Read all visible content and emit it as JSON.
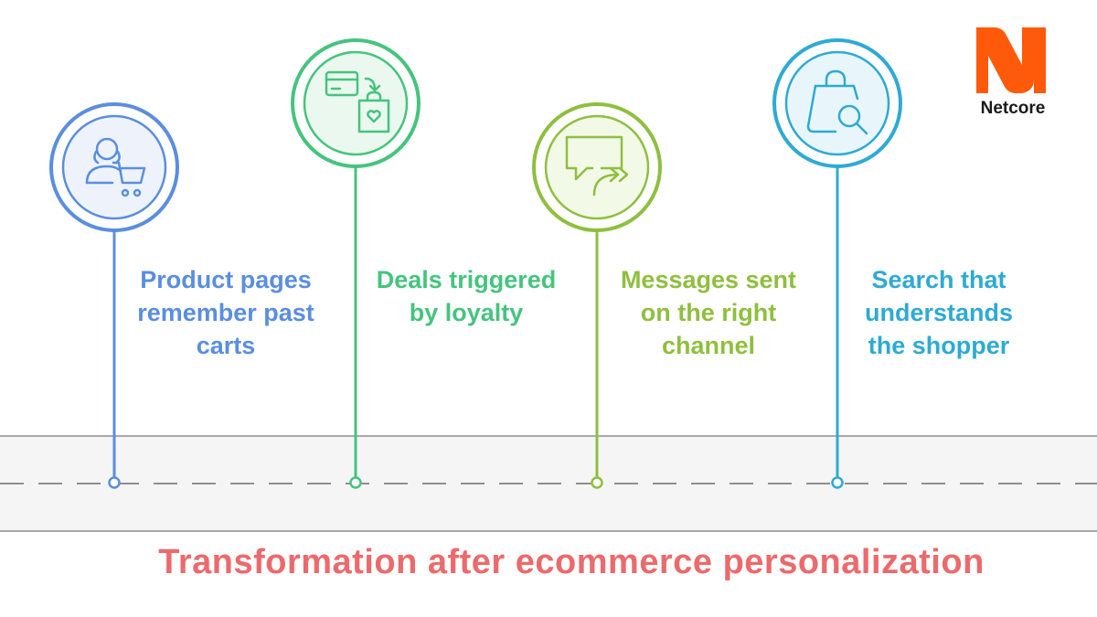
{
  "brand": {
    "name": "Netcore",
    "color": "#ff5a0a"
  },
  "title": {
    "text": "Transformation after ecommerce personalization",
    "color": "#ec6a6c"
  },
  "road": {
    "fill": "#f5f5f5",
    "edge": "#a9a9a9",
    "dash": "#8f8f8f"
  },
  "milestones": [
    {
      "caption": "Product pages\nremember past\ncarts",
      "icon": "shopper-cart-icon",
      "color": "#5a8ee0",
      "fill": "#eef3fb"
    },
    {
      "caption": "Deals triggered\nby loyalty",
      "icon": "card-to-loyalty-bag-icon",
      "color": "#45c47e",
      "fill": "#ebf8ef"
    },
    {
      "caption": "Messages sent\non the right\nchannel",
      "icon": "message-forward-icon",
      "color": "#8fbf3f",
      "fill": "#f3f9e7"
    },
    {
      "caption": "Search that\nunderstands\nthe shopper",
      "icon": "bag-search-icon",
      "color": "#2eaad4",
      "fill": "#e8f6fb"
    }
  ]
}
